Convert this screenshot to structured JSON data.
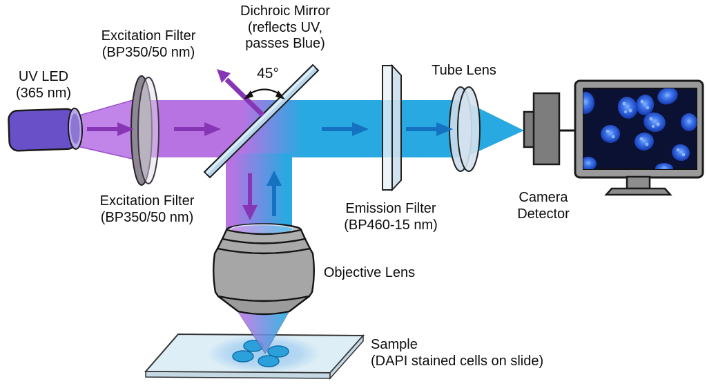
{
  "diagram": {
    "labels": {
      "uv_led": "UV LED\n(365 nm)",
      "excitation_filter_top": "Excitation Filter\n(BP350/50 nm)",
      "excitation_filter_bottom": "Excitation Filter\n(BP350/50 nm)",
      "dichroic_mirror": "Dichroic Mirror\n(reflects UV,\npasses Blue)",
      "mirror_angle": "45°",
      "tube_lens": "Tube Lens",
      "emission_filter": "Emission Filter\n(BP460-15 nm)",
      "camera_detector": "Camera\nDetector",
      "objective_lens": "Objective Lens",
      "sample": "Sample\n(DAPI stained cells on slide)"
    },
    "colors": {
      "uv_beam": "#b873e2",
      "uv_beam_cone": "#c185ea",
      "uv_arrow": "#8636b4",
      "blue_beam": "#29a9e1",
      "blue_arrow": "#1472c0",
      "led_body": "#6950c8",
      "mirror_glass": "#b9d7ed",
      "metal_gray": "#a6a6a6",
      "camera_gray": "#7d7d7d",
      "screen_background": "#0b1132",
      "cell_blue": "#2ba0da"
    }
  }
}
